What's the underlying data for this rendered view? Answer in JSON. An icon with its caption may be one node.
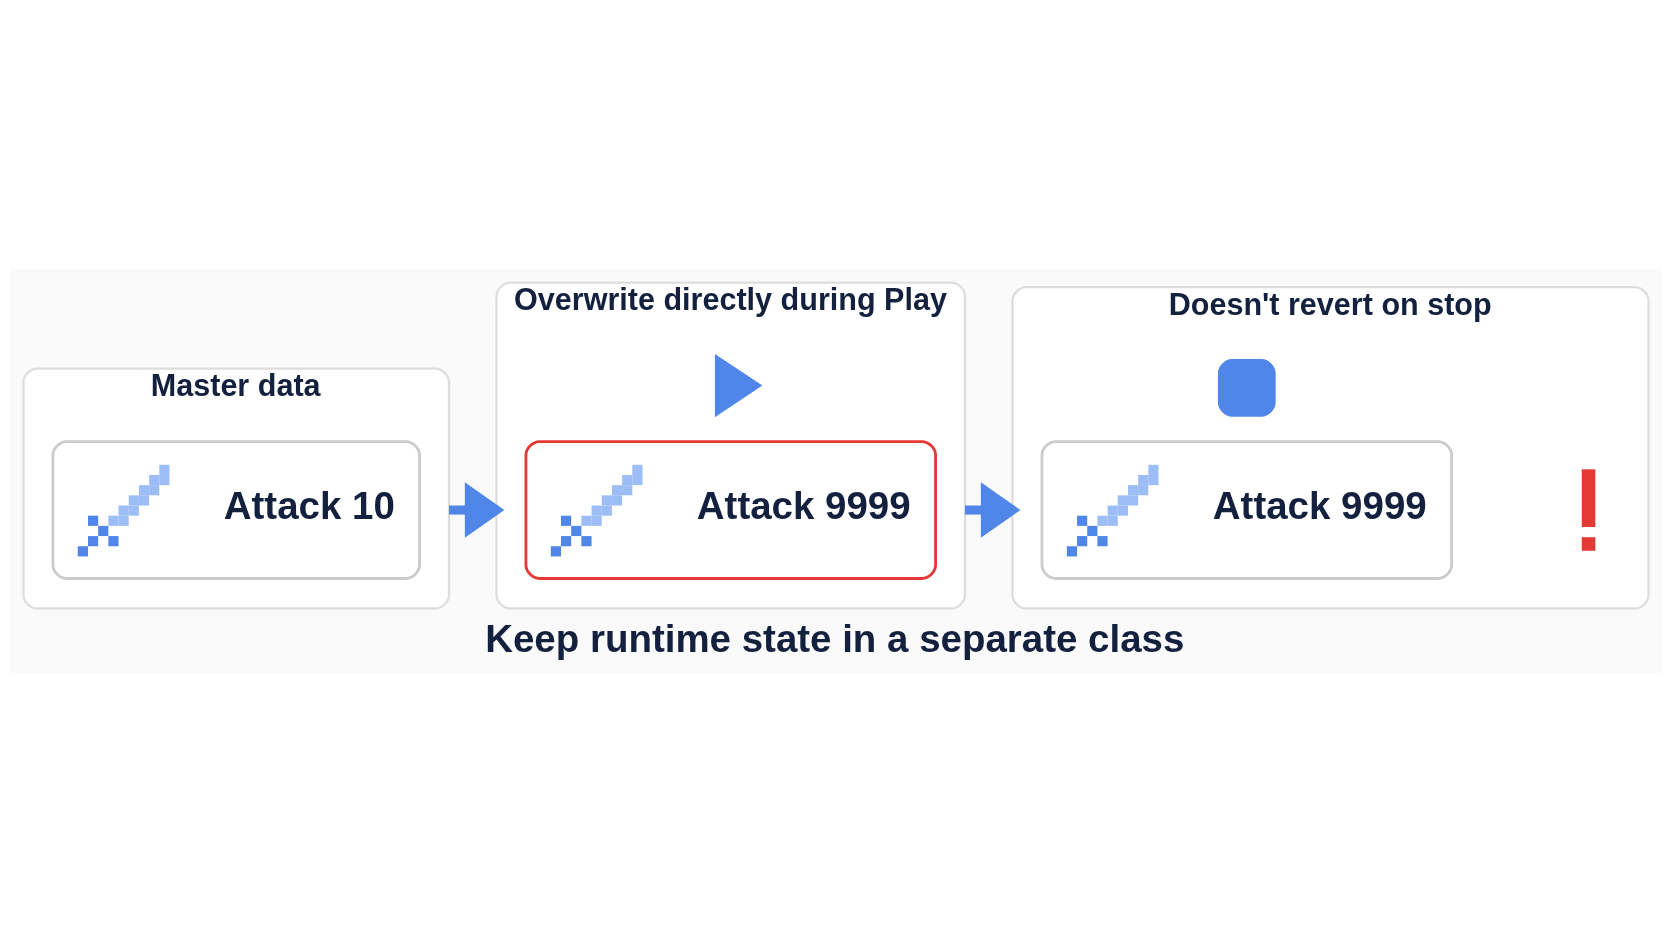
{
  "diagram": {
    "caption": "Keep runtime state in a separate class",
    "nodes": [
      {
        "text": [
          "Master data"
        ]
      },
      {
        "text": [
          "Attack 10"
        ],
        "in": 0
      },
      {
        "text": [
          "Overwrite directly during Play"
        ]
      },
      {
        "text": [],
        "shape": "triangle",
        "in": 2
      },
      {
        "text": [
          "Attack 9999"
        ],
        "in": 2
      },
      {
        "text": [
          "Doesn't revert on stop"
        ]
      },
      {
        "text": [],
        "shape": "box",
        "in": 5
      },
      {
        "text": [
          "Attack 9999"
        ],
        "in": 5
      },
      {
        "text": [],
        "shape": "exclamation",
        "in": 5
      }
    ],
    "edges": [
      {
        "from": 0,
        "to": 2,
        "arrow": "to"
      },
      {
        "from": 2,
        "to": 5,
        "arrow": "to"
      }
    ]
  }
}
